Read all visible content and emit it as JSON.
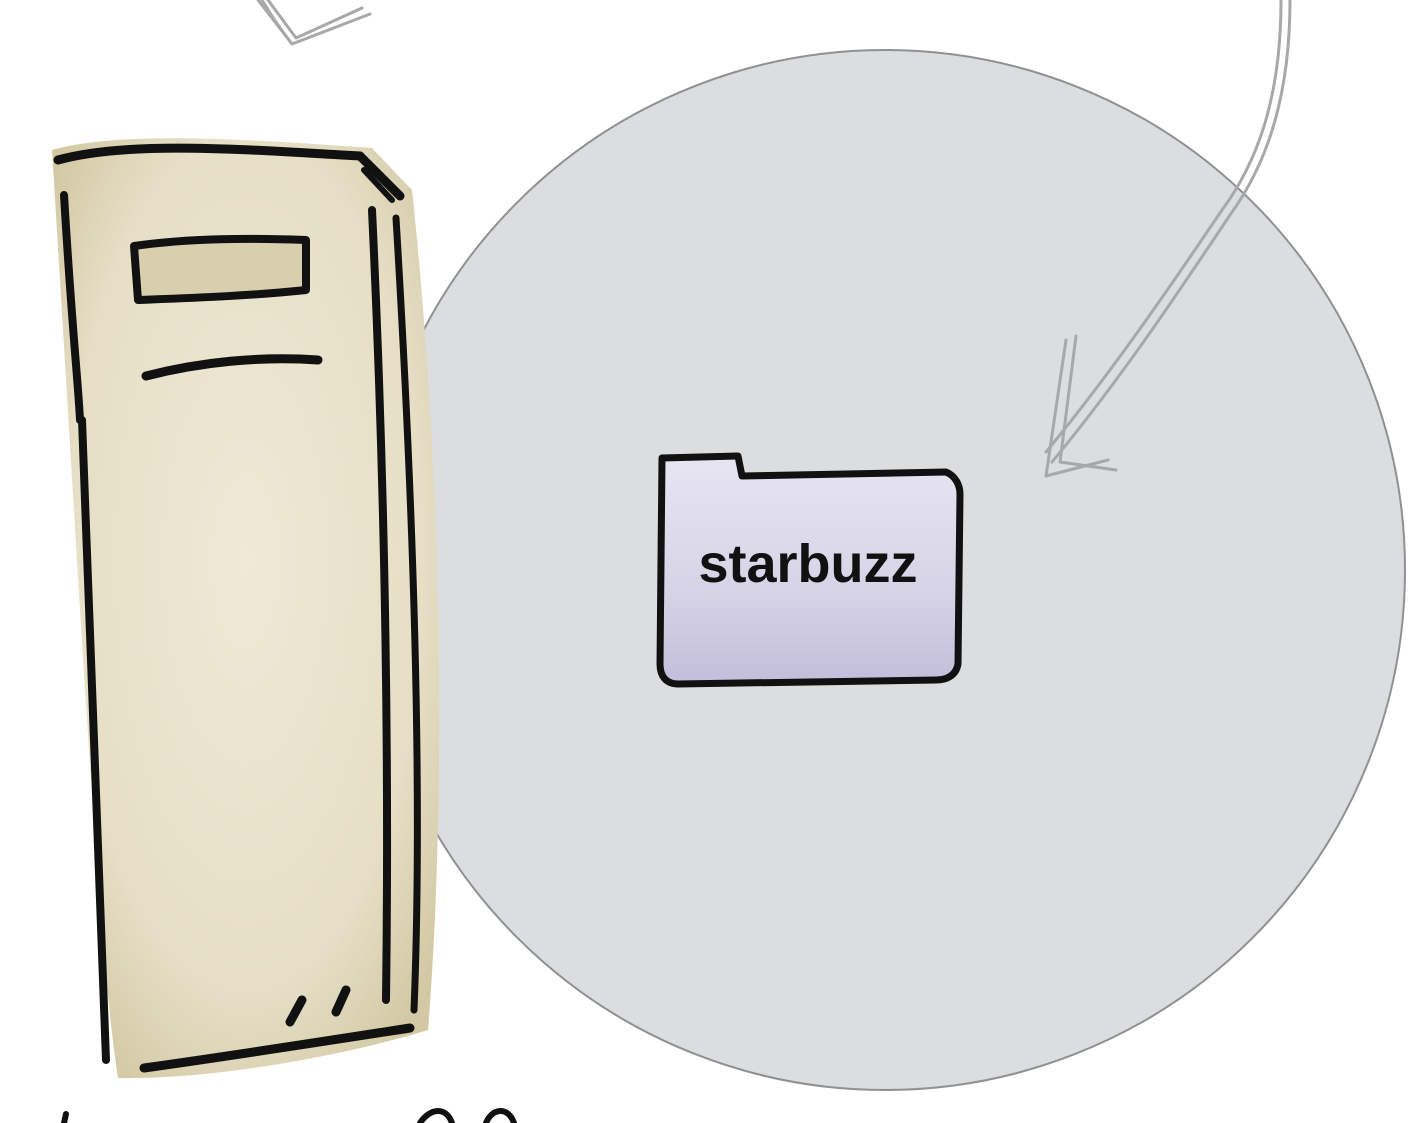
{
  "diagram": {
    "folder": {
      "label": "starbuzz",
      "icon": "folder-icon",
      "fill_color": "#d6d3e6"
    },
    "server": {
      "icon": "server-tower-icon",
      "fill_color": "#e6dfc6"
    },
    "scope_circle": {
      "fill_color": "#dcdddf",
      "stroke_color": "#8f9092"
    },
    "arrows": {
      "color": "#a7a8aa",
      "items": [
        "arrow-to-server",
        "arrow-to-folder"
      ]
    }
  }
}
